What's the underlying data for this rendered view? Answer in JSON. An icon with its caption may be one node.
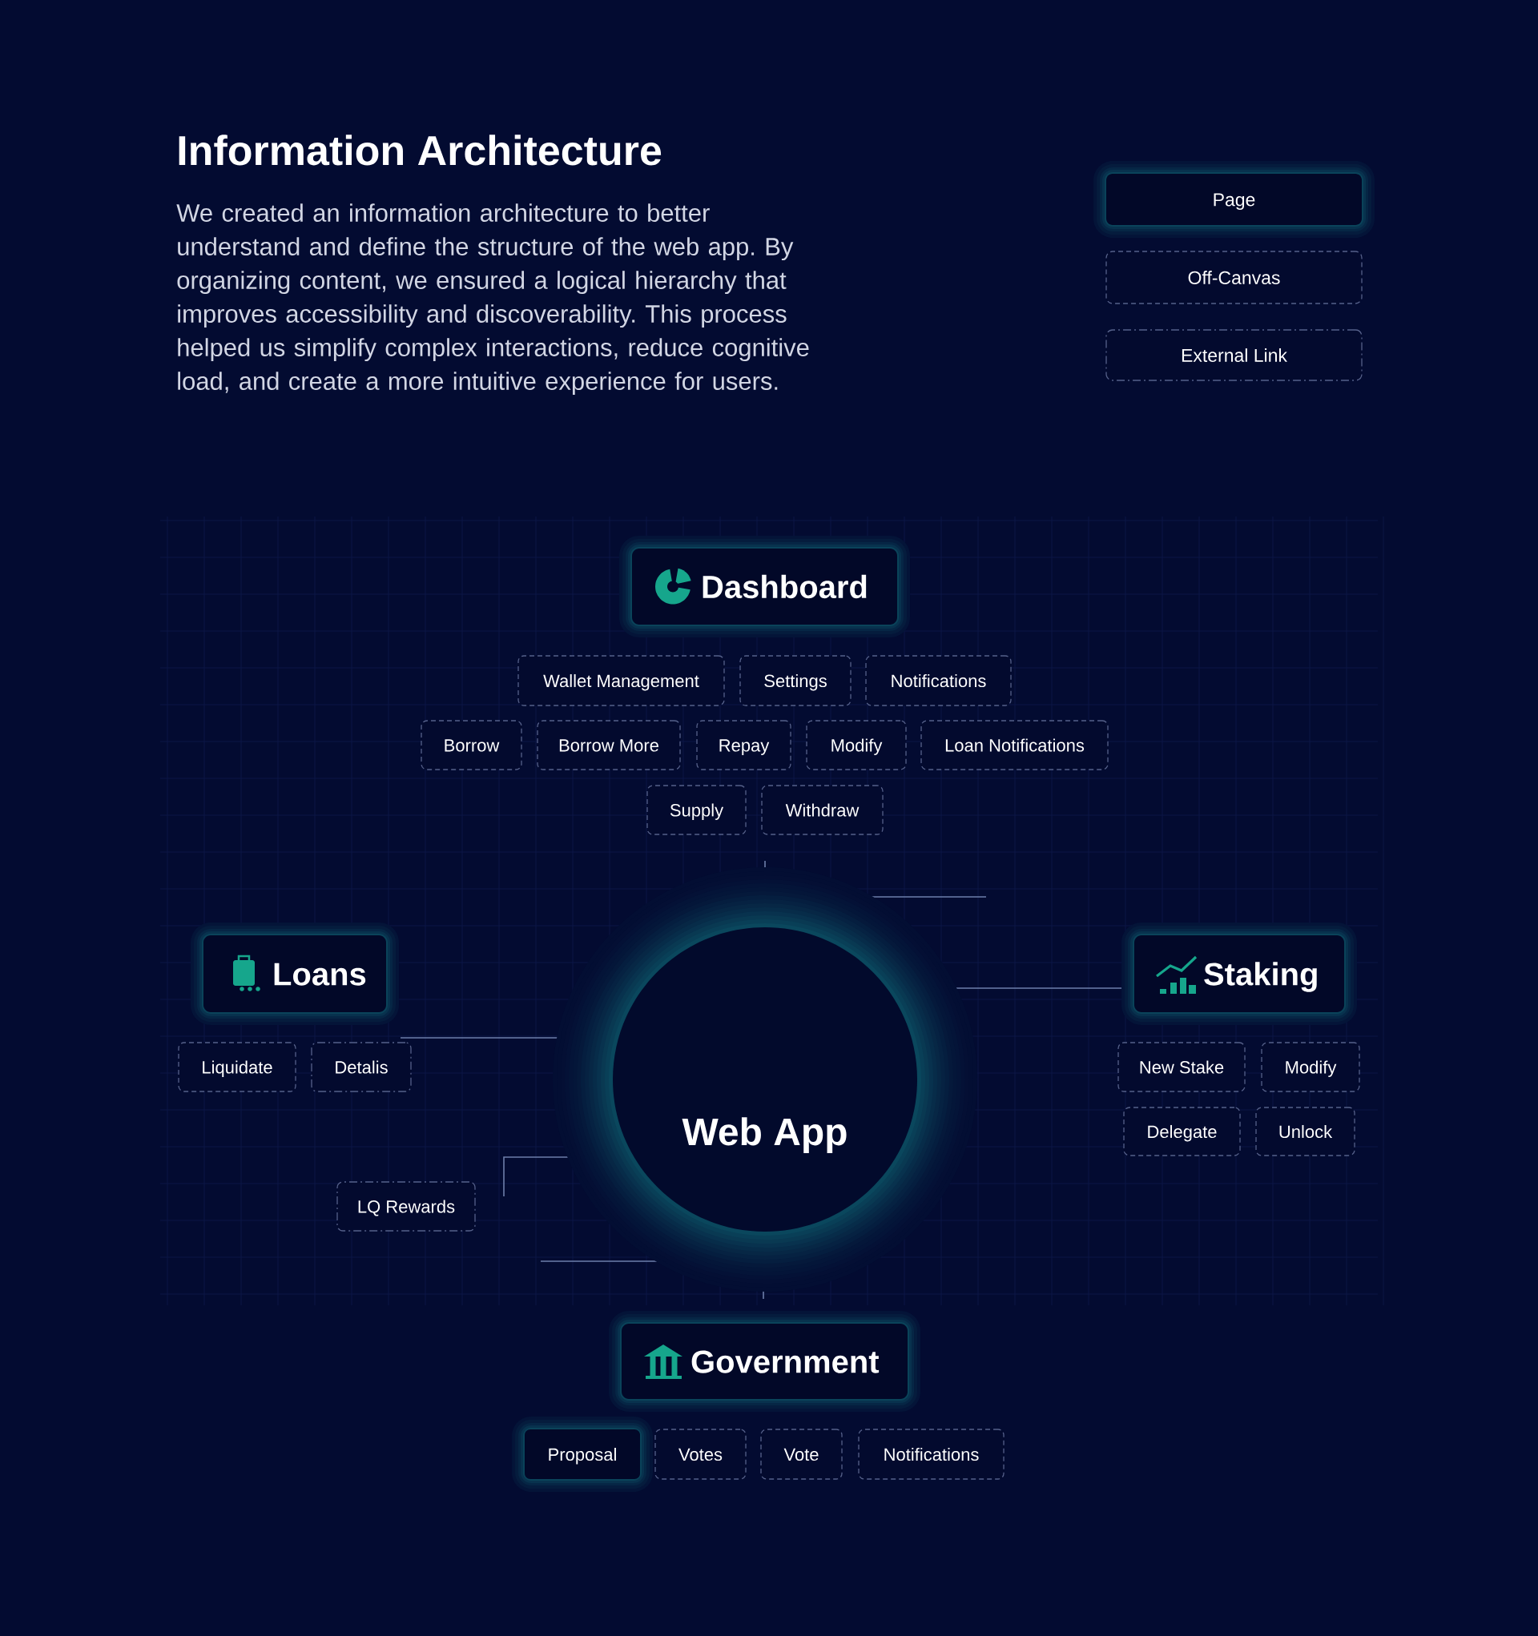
{
  "diagram": {
    "title": "Information Architecture",
    "nodes": [
      {
        "text": [
          "Dashboard"
        ]
      },
      {
        "text": [
          "Wallet Management"
        ]
      },
      {
        "text": [
          "Settings"
        ]
      },
      {
        "text": [
          "Notifications"
        ]
      },
      {
        "text": [
          "Borrow"
        ]
      },
      {
        "text": [
          "Borrow More"
        ]
      },
      {
        "text": [
          "Repay"
        ]
      },
      {
        "text": [
          "Modify"
        ]
      },
      {
        "text": [
          "Loan Notifications"
        ]
      },
      {
        "text": [
          "Supply"
        ]
      },
      {
        "text": [
          "Withdraw"
        ]
      },
      {
        "text": [
          "Loans"
        ]
      },
      {
        "text": [
          "Web App"
        ]
      },
      {
        "text": [
          "Staking"
        ]
      },
      {
        "text": [
          "Liquidate"
        ]
      },
      {
        "text": [
          "Detalis"
        ]
      },
      {
        "text": [
          "New Stake"
        ]
      },
      {
        "text": [
          "Modify"
        ]
      },
      {
        "text": [
          "Delegate"
        ]
      },
      {
        "text": [
          "Unlock"
        ]
      },
      {
        "text": [
          "LQ Rewards"
        ]
      },
      {
        "text": [
          "Government"
        ]
      },
      {
        "text": [
          "Proposal"
        ]
      },
      {
        "text": [
          "Votes"
        ]
      },
      {
        "text": [
          "Vote"
        ]
      },
      {
        "text": [
          "Notifications"
        ]
      }
    ],
    "labels": [
      "We created an information architecture to better understand and define the structure of the web app. By organizing content, we ensured a logical hierarchy that improves accessibility and discoverability. This process helped us simplify complex interactions, reduce cognitive load, and create a more intuitive experience for users."
    ],
    "legend": [
      {
        "text": "Page"
      },
      {
        "text": "Off-Canvas"
      },
      {
        "text": "External Link"
      }
    ]
  }
}
